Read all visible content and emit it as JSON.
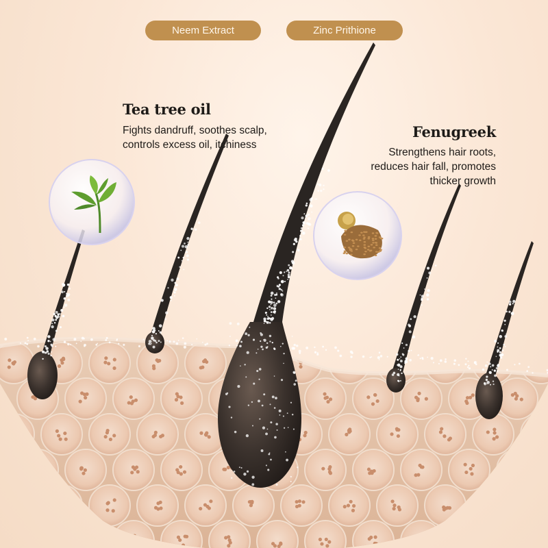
{
  "badges": {
    "neem": "Neem Extract",
    "zinc": "Zinc Prithione"
  },
  "tea_tree": {
    "title": "Tea tree oil",
    "description_lines": [
      "Fights dandruff, soothes scalp,",
      "controls excess oil, itchiness"
    ]
  },
  "fenugreek": {
    "title": "Fenugreek",
    "description_lines": [
      "Strengthens hair roots,",
      "reduces hair fall, promotes",
      "thicker growth"
    ]
  },
  "icons": {
    "tea": "tea-leaf-icon",
    "fenugreek": "fenugreek-seeds-icon"
  },
  "colors": {
    "badge": "#c0904f",
    "hair": "#2a2522",
    "skin": "#ecd2bc",
    "background": "#fbe7d6"
  }
}
